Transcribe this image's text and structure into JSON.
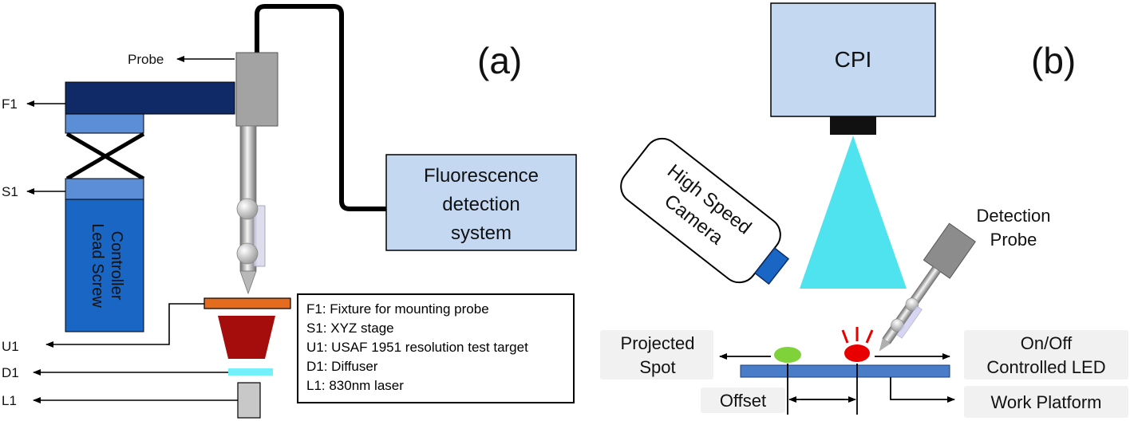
{
  "panel_a": {
    "label": "(a)",
    "probe_label": "Probe",
    "side_labels": {
      "f1": "F1",
      "s1": "S1",
      "u1": "U1",
      "d1": "D1",
      "l1": "L1"
    },
    "lead_screw": {
      "line1": "Lead Screw",
      "line2": "Controller"
    },
    "fluorescence": {
      "line1": "Fluorescence",
      "line2": "detection",
      "line3": "system"
    },
    "legend": [
      "F1: Fixture for mounting probe",
      "S1: XYZ stage",
      "U1: USAF 1951 resolution test target",
      "D1: Diffuser",
      "L1: 830nm laser"
    ]
  },
  "panel_b": {
    "label": "(b)",
    "cpi": "CPI",
    "camera": {
      "line1": "High Speed",
      "line2": "Camera"
    },
    "detection_probe": {
      "line1": "Detection",
      "line2": "Probe"
    },
    "projected_spot": {
      "line1": "Projected",
      "line2": "Spot"
    },
    "led": {
      "line1": "On/Off",
      "line2": "Controlled LED"
    },
    "offset": "Offset",
    "work_platform": "Work Platform"
  },
  "colors": {
    "dark_navy": "#0f2a66",
    "stage_blue": "#5b8ed6",
    "controller_blue": "#1a66c4",
    "light_blue_box": "#c5d8f2",
    "cyan_cone": "#4fe3f0",
    "orange_target": "#e56b1f",
    "dark_red": "#a50d0d",
    "platform_blue": "#4a7dc8",
    "green_spot": "#7fd23a",
    "red_led": "#e80000",
    "probe_gray": "#8c8c8c"
  }
}
